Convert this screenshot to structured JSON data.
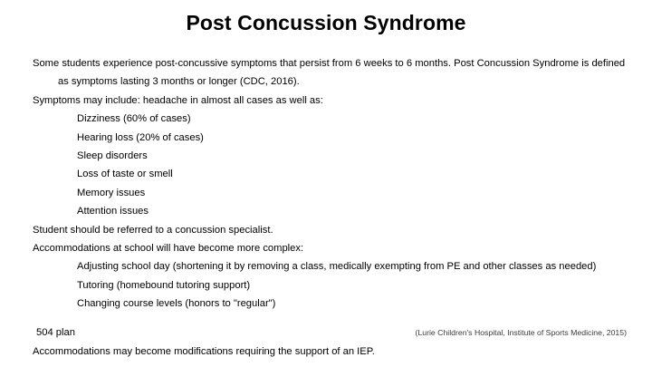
{
  "slide": {
    "title": "Post Concussion Syndrome",
    "background_color": "#ffffff",
    "text_color": "#000000",
    "citation_color": "#3a3a3a"
  },
  "content": {
    "paragraph_intro": "Some students experience post-concussive symptoms that persist from 6 weeks to 6 months. Post Concussion Syndrome is defined as symptoms lasting 3 months or longer (CDC, 2016).",
    "symptoms_lead": "Symptoms may include: headache in almost all cases as well as:",
    "symptoms": [
      "Dizziness (60% of cases)",
      "Hearing loss (20% of cases)",
      "Sleep disorders",
      "Loss of taste or smell",
      "Memory issues",
      "Attention issues"
    ],
    "referral_line": "Student should be referred to a concussion specialist.",
    "accommodations_lead": "Accommodations at school will have become more complex:",
    "accommodations": [
      "Adjusting school day (shortening it by removing a class, medically exempting from PE and other classes as needed)",
      "Tutoring (homebound tutoring support)",
      "Changing course levels (honors to \"regular\")"
    ],
    "plan_504": "504 plan",
    "closing_line": "Accommodations may become modifications requiring the support of an IEP.",
    "citation": "(Lurie Children's Hospital, Institute of Sports Medicine, 2015)"
  }
}
